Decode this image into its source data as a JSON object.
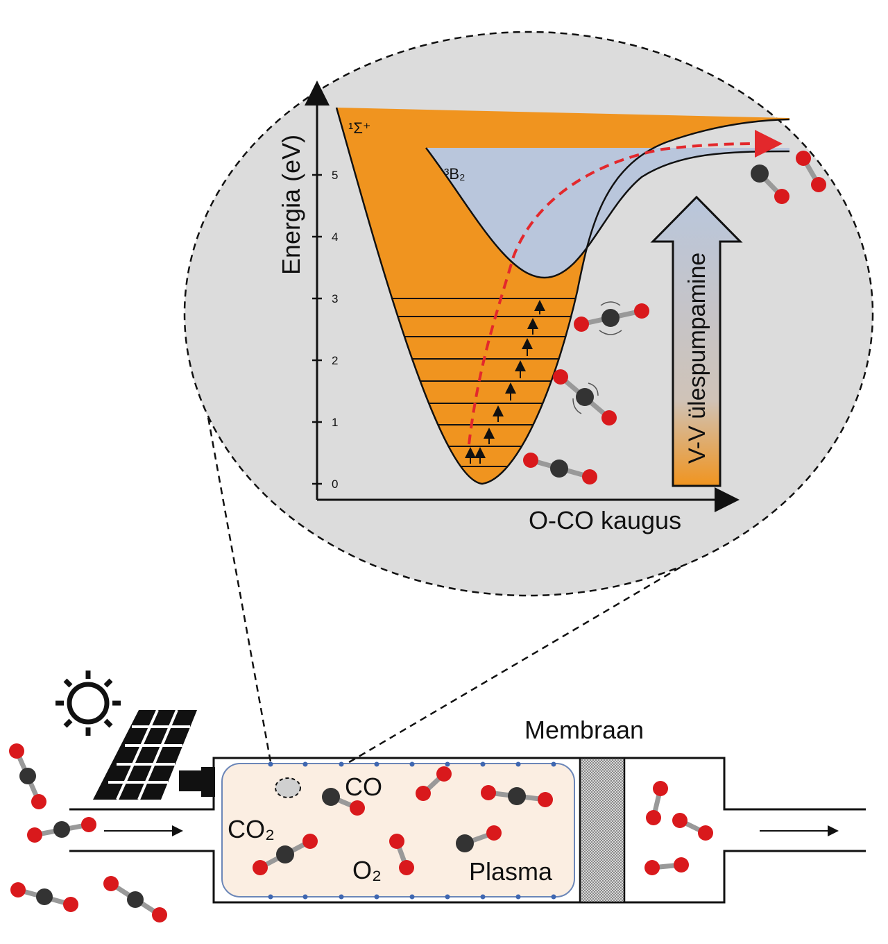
{
  "colors": {
    "ellipse_fill": "#dcdcdc",
    "ground_state": "#f0941f",
    "excited_state": "#b9c6dc",
    "plasma": "#fbeee2",
    "plasma_border": "#6b86b8",
    "oxygen": "#d9191c",
    "carbon": "#333333",
    "reaction_path": "#e3282c"
  },
  "energy_diagram": {
    "y_axis_label": "Energia (eV)",
    "x_axis_label": "O-CO kaugus",
    "y_ticks": [
      "0",
      "1",
      "2",
      "3",
      "4",
      "5"
    ],
    "ground_state_label": "¹Σ⁺",
    "excited_state_label": "³B₂",
    "pump_label": "V-V ülespumpamine"
  },
  "reactor": {
    "membrane_label": "Membraan",
    "co_label": "CO",
    "co2_label": "CO₂",
    "o2_label": "O₂",
    "plasma_label": "Plasma"
  },
  "icons": [
    "sun-icon",
    "solar-panel-icon",
    "flow-arrow-icon",
    "co2-molecule-icon",
    "co-molecule-icon",
    "o2-molecule-icon"
  ]
}
